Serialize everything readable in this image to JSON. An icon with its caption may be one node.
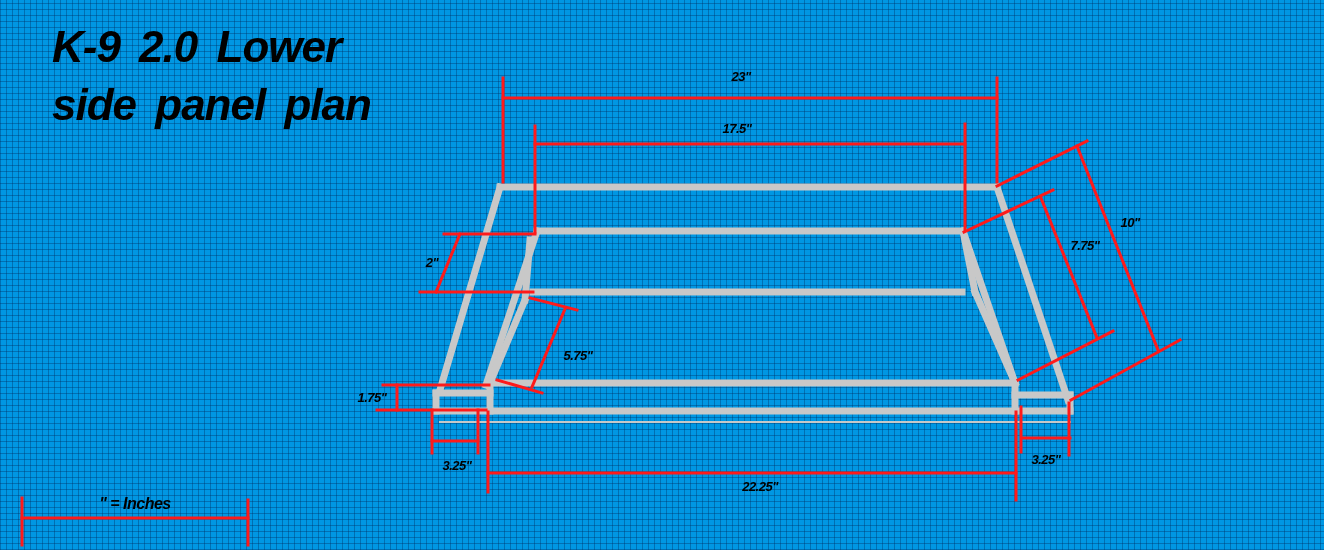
{
  "diagram": {
    "title": "K-9 2.0 Lower side panel plan",
    "labels": [
      "23\"",
      "17.5\"",
      "10\"",
      "7.75\"",
      "2\"",
      "5.75\"",
      "1.75\"",
      "3.25\"",
      "3.25\"",
      "22.25\"",
      "\" = Inches"
    ]
  }
}
